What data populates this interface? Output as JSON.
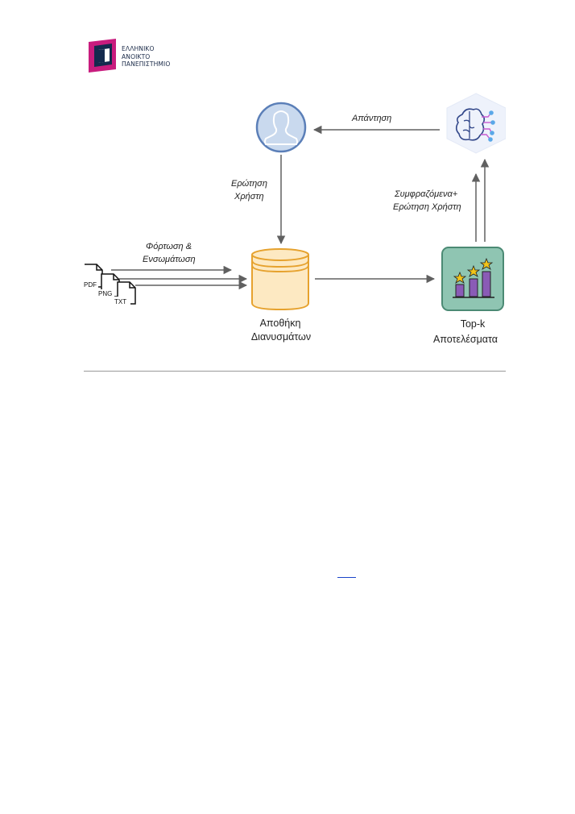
{
  "logo": {
    "line1": "ΕΛΛΗΝΙΚΟ",
    "line2": "ΑΝΟΙΚΤΟ",
    "line3": "ΠΑΝΕΠΙΣΤΗΜΙΟ",
    "colors": {
      "magenta": "#c81c7e",
      "navy": "#142a4e"
    }
  },
  "diagram": {
    "answer_label": "Απάντηση",
    "question_label_1": "Ερώτηση",
    "question_label_2": "Χρήστη",
    "context_label_1": "Συμφραζόμενα+",
    "context_label_2": "Ερώτηση Χρήστη",
    "load_label_1": "Φόρτωση &",
    "load_label_2": "Ενσωμάτωση",
    "files": [
      "PDF",
      "PNG",
      "TXT"
    ],
    "vector_store_1": "Αποθήκη",
    "vector_store_2": "Διανυσμάτων",
    "topk_1": "Top-k",
    "topk_2": "Αποτελέσματα",
    "colors": {
      "user_fill": "#c9d9ee",
      "user_stroke": "#5b7fb8",
      "db_fill": "#fde9c2",
      "db_stroke": "#e6a22e",
      "topk_fill": "#8fc5b2",
      "topk_stroke": "#4b8a74",
      "bars": "#8a5bb6",
      "stars": "#f2c419",
      "arrows": "#606060"
    },
    "icons": [
      "user-icon",
      "database-icon",
      "bar-chart-icon",
      "ai-brain-icon",
      "document-icon"
    ]
  }
}
